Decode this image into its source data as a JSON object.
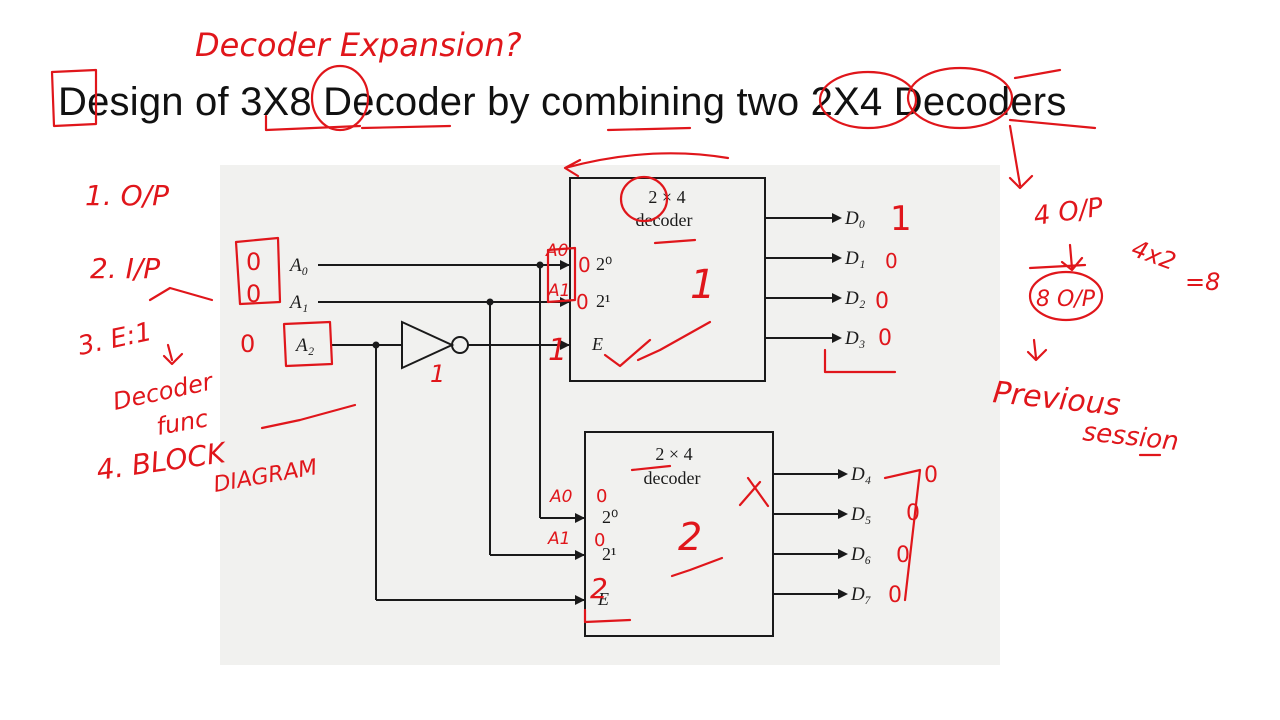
{
  "title": "Design of 3X8 Decoder by combining two 2X4 Decoders",
  "annotations": {
    "heading": "Decoder Expansion?",
    "list_1": "1.  O/P",
    "list_2": "2.  I/P",
    "list_3": "3. E:1",
    "decoder_func_1": "Decoder",
    "decoder_func_2": "func",
    "list_4": "4.  BLOCK",
    "list_4b": "DIAGRAM",
    "outputs": "4 O/P",
    "calc": "4x2",
    "calc_result": "=8",
    "circled": "8 O/P",
    "previous_1": "Previous",
    "previous_2": "session",
    "upper_label": "1",
    "lower_label": "2",
    "d0_val": "1",
    "small_a0": "A0",
    "small_a1": "A1",
    "input_0": "0",
    "enable_val": "1",
    "not_out": "1",
    "zero": "0"
  },
  "diagram": {
    "decoder_label_1": "2 × 4",
    "decoder_label_2": "decoder",
    "in_20": "2⁰",
    "in_21": "2¹",
    "in_e": "E",
    "a0": "A₀",
    "a1": "A₁",
    "a2": "A₂",
    "outputs_upper": [
      "D₀",
      "D₁",
      "D₂",
      "D₃"
    ],
    "outputs_lower": [
      "D₄",
      "D₅",
      "D₆",
      "D₇"
    ]
  },
  "colors": {
    "ink": "#e0161b",
    "print": "#1a1a1a",
    "paper": "#f1f1ef"
  }
}
